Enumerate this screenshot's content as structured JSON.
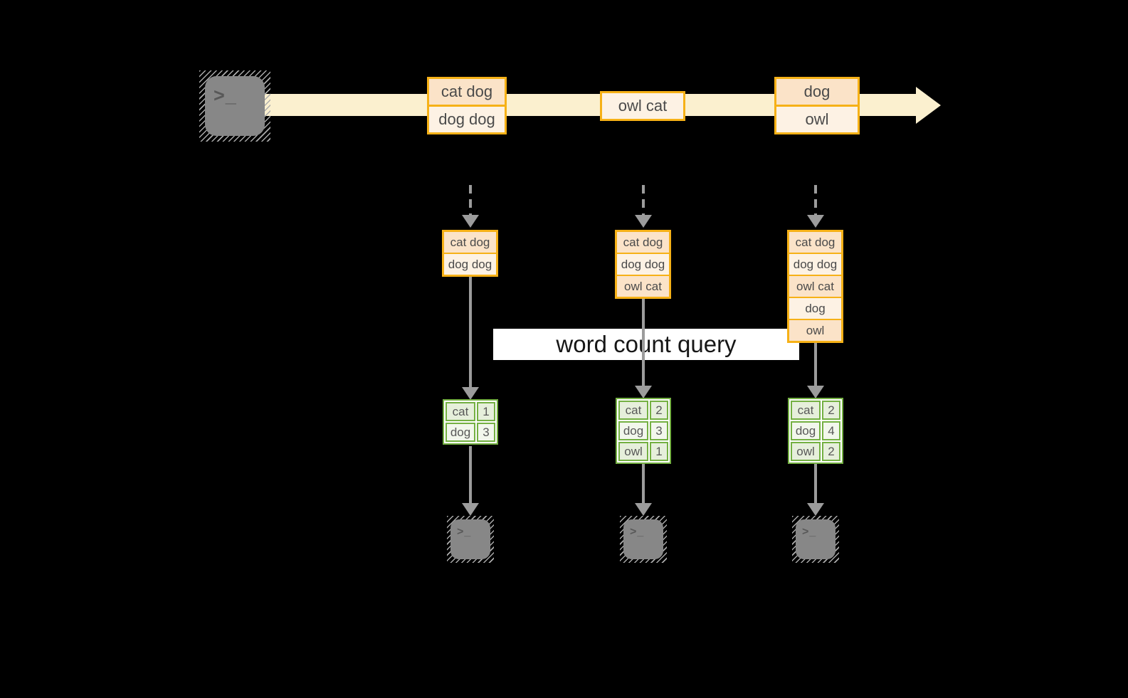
{
  "icons": {
    "prompt_glyph": ">_"
  },
  "stream": {
    "event_groups": [
      {
        "cells": [
          "cat dog",
          "dog dog"
        ]
      },
      {
        "cells": [
          "owl cat"
        ]
      },
      {
        "cells": [
          "dog",
          "owl"
        ]
      }
    ]
  },
  "query": {
    "label": "word count query"
  },
  "columns": [
    {
      "batch": [
        "cat dog",
        "dog dog"
      ],
      "counts": [
        [
          "cat",
          "1"
        ],
        [
          "dog",
          "3"
        ]
      ]
    },
    {
      "batch": [
        "cat dog",
        "dog dog",
        "owl cat"
      ],
      "counts": [
        [
          "cat",
          "2"
        ],
        [
          "dog",
          "3"
        ],
        [
          "owl",
          "1"
        ]
      ]
    },
    {
      "batch": [
        "cat dog",
        "dog dog",
        "owl cat",
        "dog",
        "owl"
      ],
      "counts": [
        [
          "cat",
          "2"
        ],
        [
          "dog",
          "4"
        ],
        [
          "owl",
          "2"
        ]
      ]
    }
  ],
  "colors": {
    "accent_orange": "#F6B117",
    "peach_dark": "#FBE3C8",
    "peach_light": "#FDF2E4",
    "stream_cream": "#FBF0CF",
    "green_border": "#74B042",
    "green_row_dark": "#E6EFDB",
    "green_row_light": "#F2F7EC",
    "connector_gray": "#9C9C9C",
    "terminal_gray": "#878787",
    "background": "#000000"
  }
}
